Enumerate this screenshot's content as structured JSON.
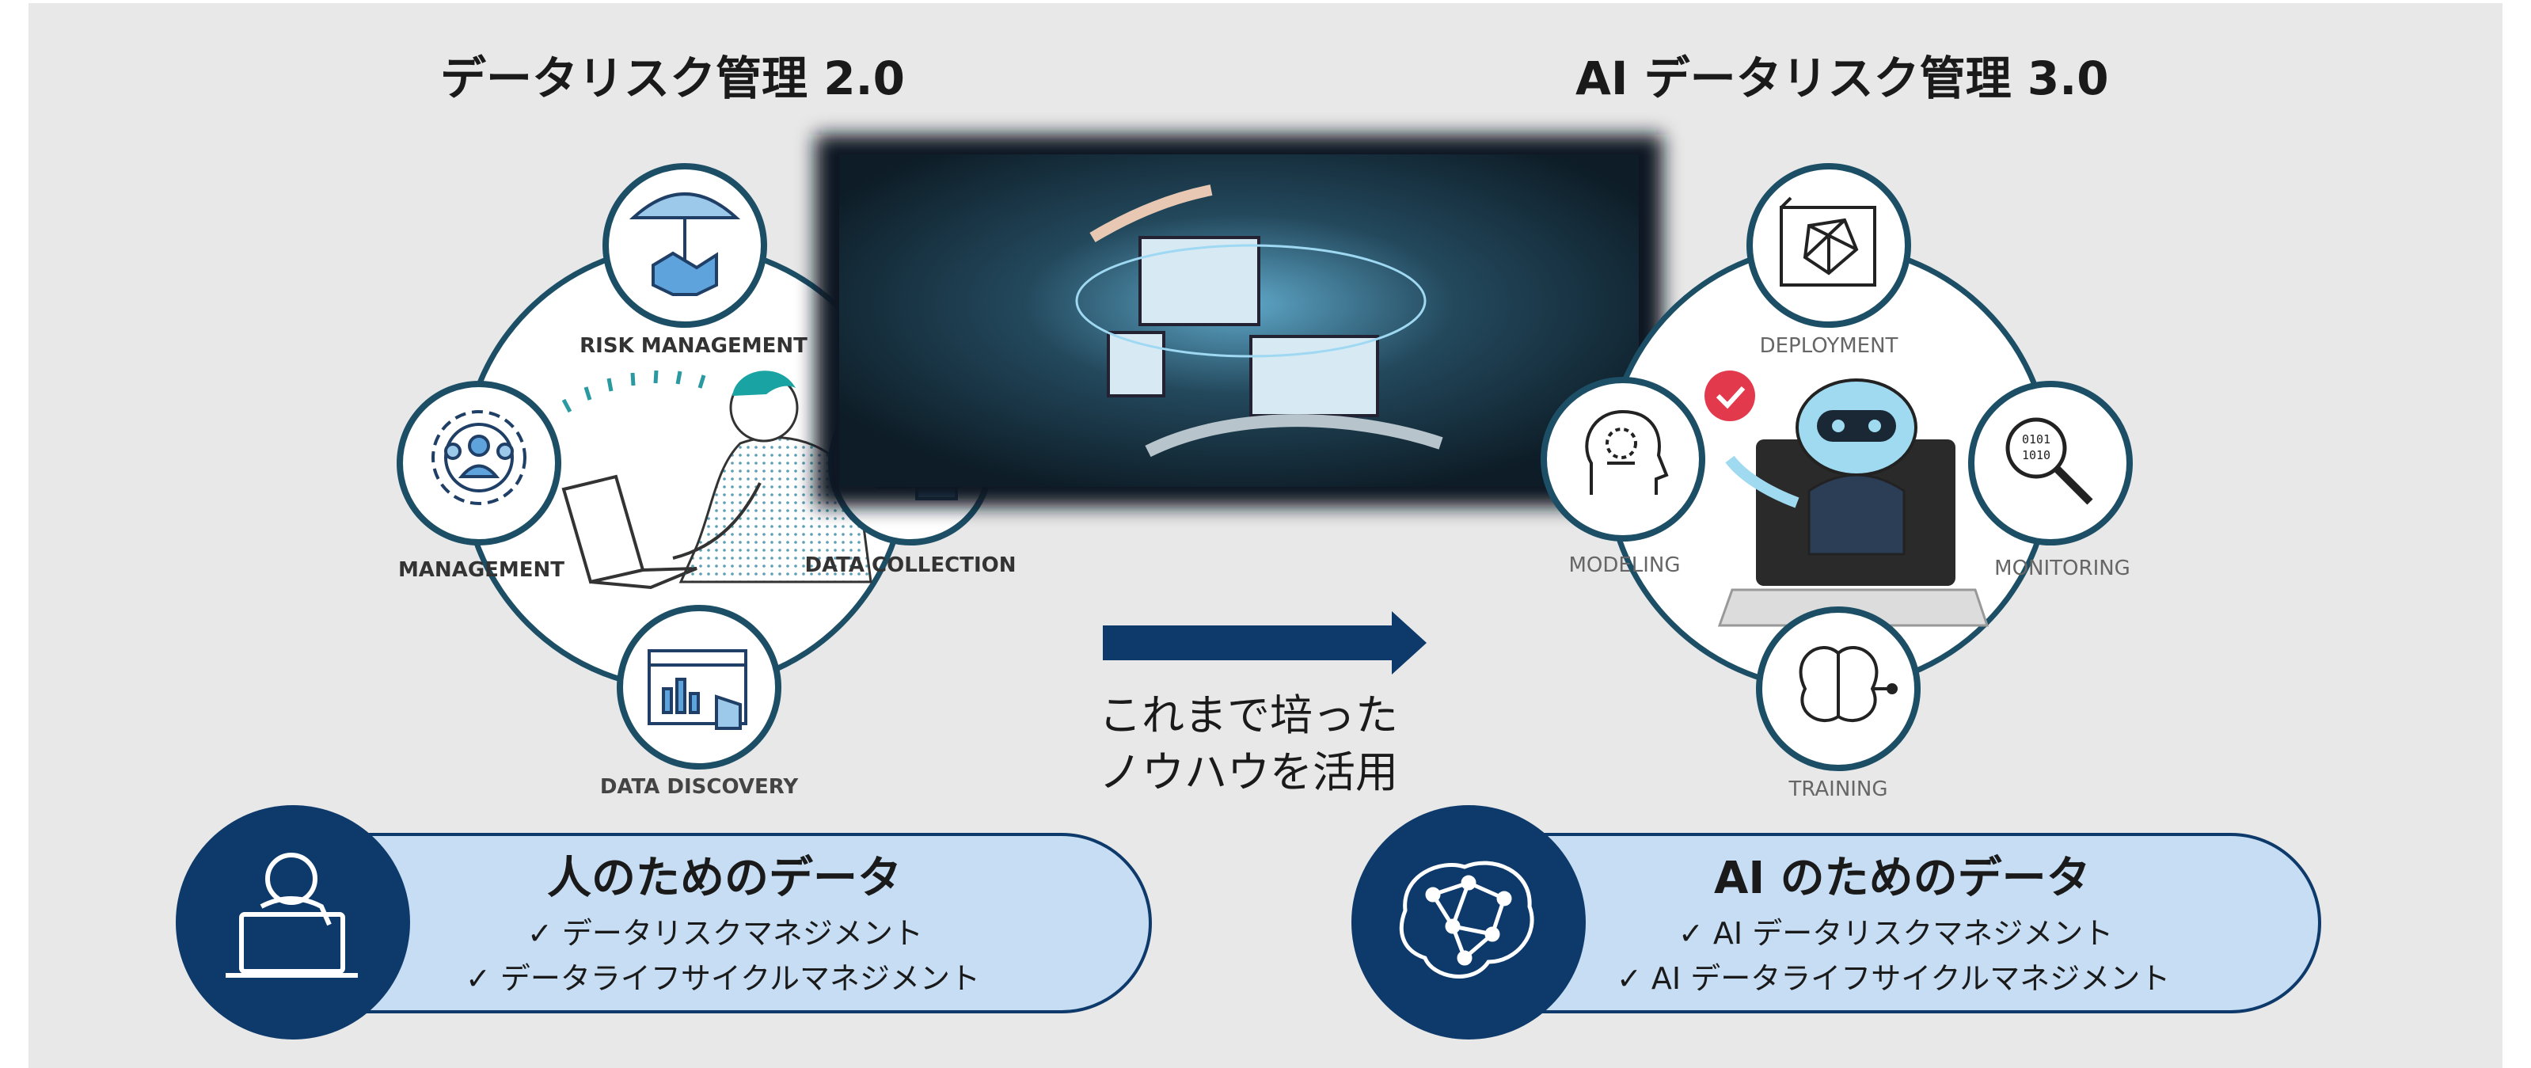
{
  "left": {
    "title": "データリスク管理 2.0",
    "nodes": {
      "top": "RISK MANAGEMENT",
      "left": "MANAGEMENT",
      "right": "DATA COLLECTION",
      "bottom": "DATA DISCOVERY"
    },
    "pill": {
      "title": "人のためのデータ",
      "items": [
        "✓ データリスクマネジメント",
        "✓ データライフサイクルマネジメント"
      ]
    }
  },
  "right": {
    "title": "AI データリスク管理 3.0",
    "nodes": {
      "top": "DEPLOYMENT",
      "left": "MODELING",
      "right": "MONITORING",
      "bottom": "TRAINING"
    },
    "pill": {
      "title": "AI のためのデータ",
      "items": [
        "✓ AI データリスクマネジメント",
        "✓ AI データライフサイクルマネジメント"
      ]
    }
  },
  "center": {
    "arrow_text": [
      "これまで培った",
      "ノウハウを活用"
    ]
  },
  "colors": {
    "navy": "#0e3a6b",
    "teal_ring": "#1c4f66",
    "pill_fill": "#c6ddf3",
    "icon_blue": "#1f6fb5",
    "background": "#e8e8e8"
  }
}
